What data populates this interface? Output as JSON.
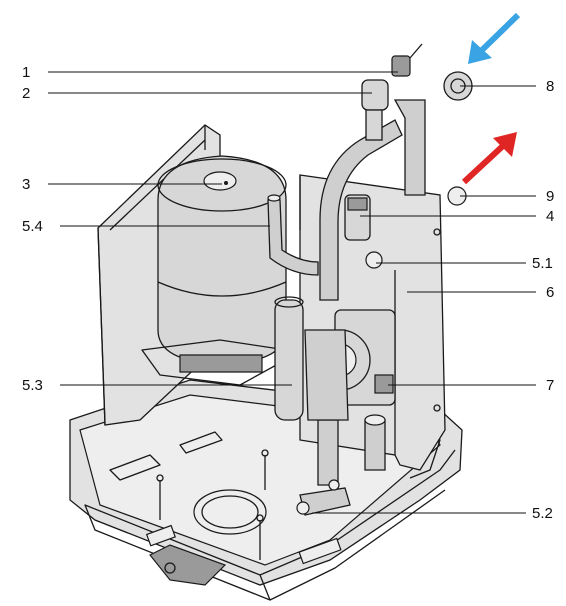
{
  "callouts": {
    "c1": "1",
    "c2": "2",
    "c3": "3",
    "c54": "5.4",
    "c53": "5.3",
    "c8": "8",
    "c9": "9",
    "c4": "4",
    "c51": "5.1",
    "c6": "6",
    "c7": "7",
    "c52": "5.2"
  },
  "colors": {
    "inlet_arrow": "#3aa3e3",
    "outlet_arrow": "#e02525"
  }
}
